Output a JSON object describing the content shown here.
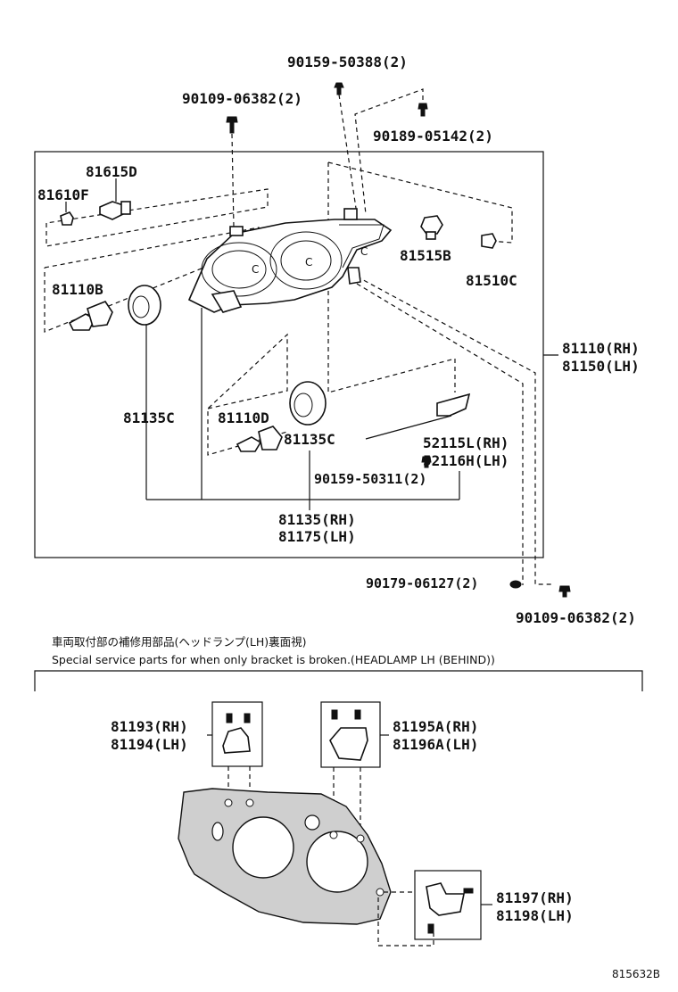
{
  "parts": {
    "p90159_50388": "90159-50388(2)",
    "p90109_06382_top": "90109-06382(2)",
    "p90189_05142": "90189-05142(2)",
    "p81615D": "81615D",
    "p81610F": "81610F",
    "p81515B": "81515B",
    "p81510C": "81510C",
    "p81110B": "81110B",
    "p81110_rh": "81110(RH)",
    "p81150_lh": "81150(LH)",
    "p81135C_left": "81135C",
    "p81110D": "81110D",
    "p81135C_mid": "81135C",
    "p52115L_rh": "52115L(RH)",
    "p52116H_lh": "52116H(LH)",
    "p90159_50311": "90159-50311(2)",
    "p81135_rh": "81135(RH)",
    "p81175_lh": "81175(LH)",
    "p90179_06127": "90179-06127(2)",
    "p90109_06382_bottom": "90109-06382(2)",
    "p81193_rh": "81193(RH)",
    "p81194_lh": "81194(LH)",
    "p81195A_rh": "81195A(RH)",
    "p81196A_lh": "81196A(LH)",
    "p81197_rh": "81197(RH)",
    "p81198_lh": "81198(LH)"
  },
  "notes": {
    "japanese": "車両取付部の補修用部品(ヘッドランプ(LH)裏面視)",
    "english": "Special service parts for when only bracket is broken.(HEADLAMP LH (BEHIND))"
  },
  "diagram_ref": "815632B"
}
